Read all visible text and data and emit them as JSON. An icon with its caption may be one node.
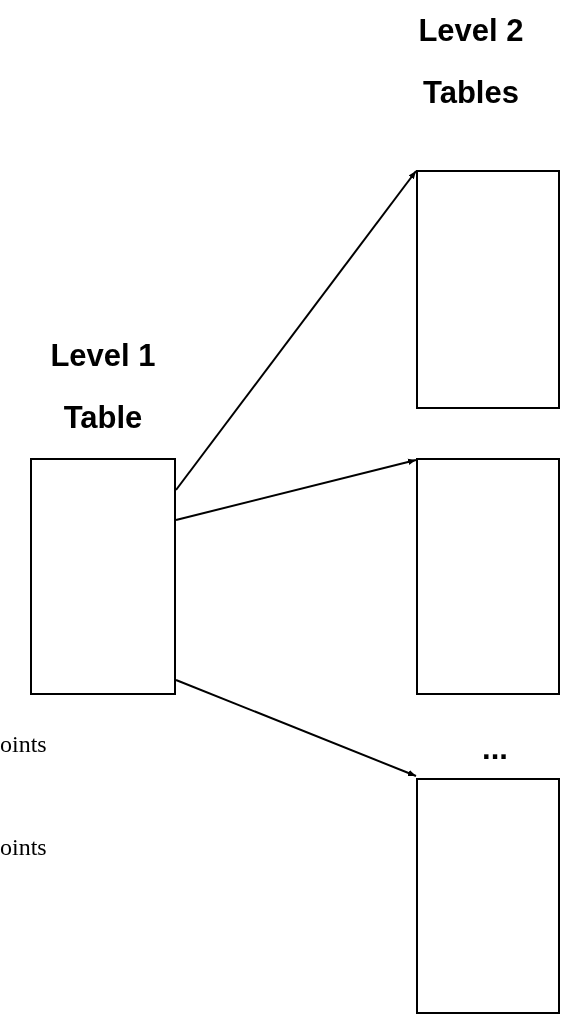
{
  "diagram": {
    "nodes": [
      {
        "text": [
          "Level 1 Table"
        ]
      },
      {
        "text": [],
        "shape": "box"
      },
      {
        "text": [],
        "shape": "box"
      },
      {
        "text": [],
        "shape": "box"
      }
    ],
    "edges": [
      {
        "from": 0,
        "to": 1,
        "arrow": "to"
      },
      {
        "from": 0,
        "to": 2,
        "arrow": "to"
      },
      {
        "from": 0,
        "to": 3,
        "arrow": "to"
      }
    ],
    "labels": [
      "Level 2 Tables",
      "...",
      "oints",
      "oints"
    ]
  }
}
